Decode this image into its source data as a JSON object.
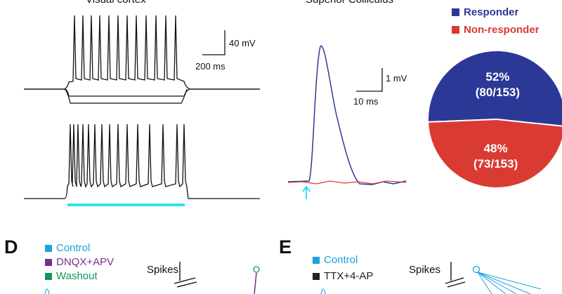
{
  "panel_a": {
    "title": "Visual cortex",
    "scale_voltage": "40 mV",
    "scale_time": "200 ms",
    "stim_color": "#33e0ef"
  },
  "panel_b": {
    "title": "Superior Colliculus",
    "scale_voltage": "1 mV",
    "scale_time": "10 ms",
    "trace_colors": {
      "responder": "#2b3896",
      "nonresponder": "#d93b33",
      "arrow": "#33e0ef"
    }
  },
  "panel_c": {
    "legend": [
      {
        "label": "Responder",
        "color": "#2b3896"
      },
      {
        "label": "Non-responder",
        "color": "#d93b33"
      }
    ],
    "chart_data": {
      "type": "pie",
      "categories": [
        "Responder",
        "Non-responder"
      ],
      "values": [
        80,
        73
      ],
      "slice_labels": [
        {
          "pct": "52%",
          "count": "(80/153)"
        },
        {
          "pct": "48%",
          "count": "(73/153)"
        }
      ]
    }
  },
  "panel_d": {
    "letter": "D",
    "legend": [
      {
        "label": "Control",
        "color": "#1aa3dc"
      },
      {
        "label": "DNQX+APV",
        "color": "#7b2d8e"
      },
      {
        "label": "Washout",
        "color": "#15955a"
      }
    ],
    "spikes_label": "Spikes"
  },
  "panel_e": {
    "letter": "E",
    "legend": [
      {
        "label": "Control",
        "color": "#1aa3dc"
      },
      {
        "label": "TTX+4-AP",
        "color": "#222222"
      }
    ],
    "spikes_label": "Spikes"
  }
}
